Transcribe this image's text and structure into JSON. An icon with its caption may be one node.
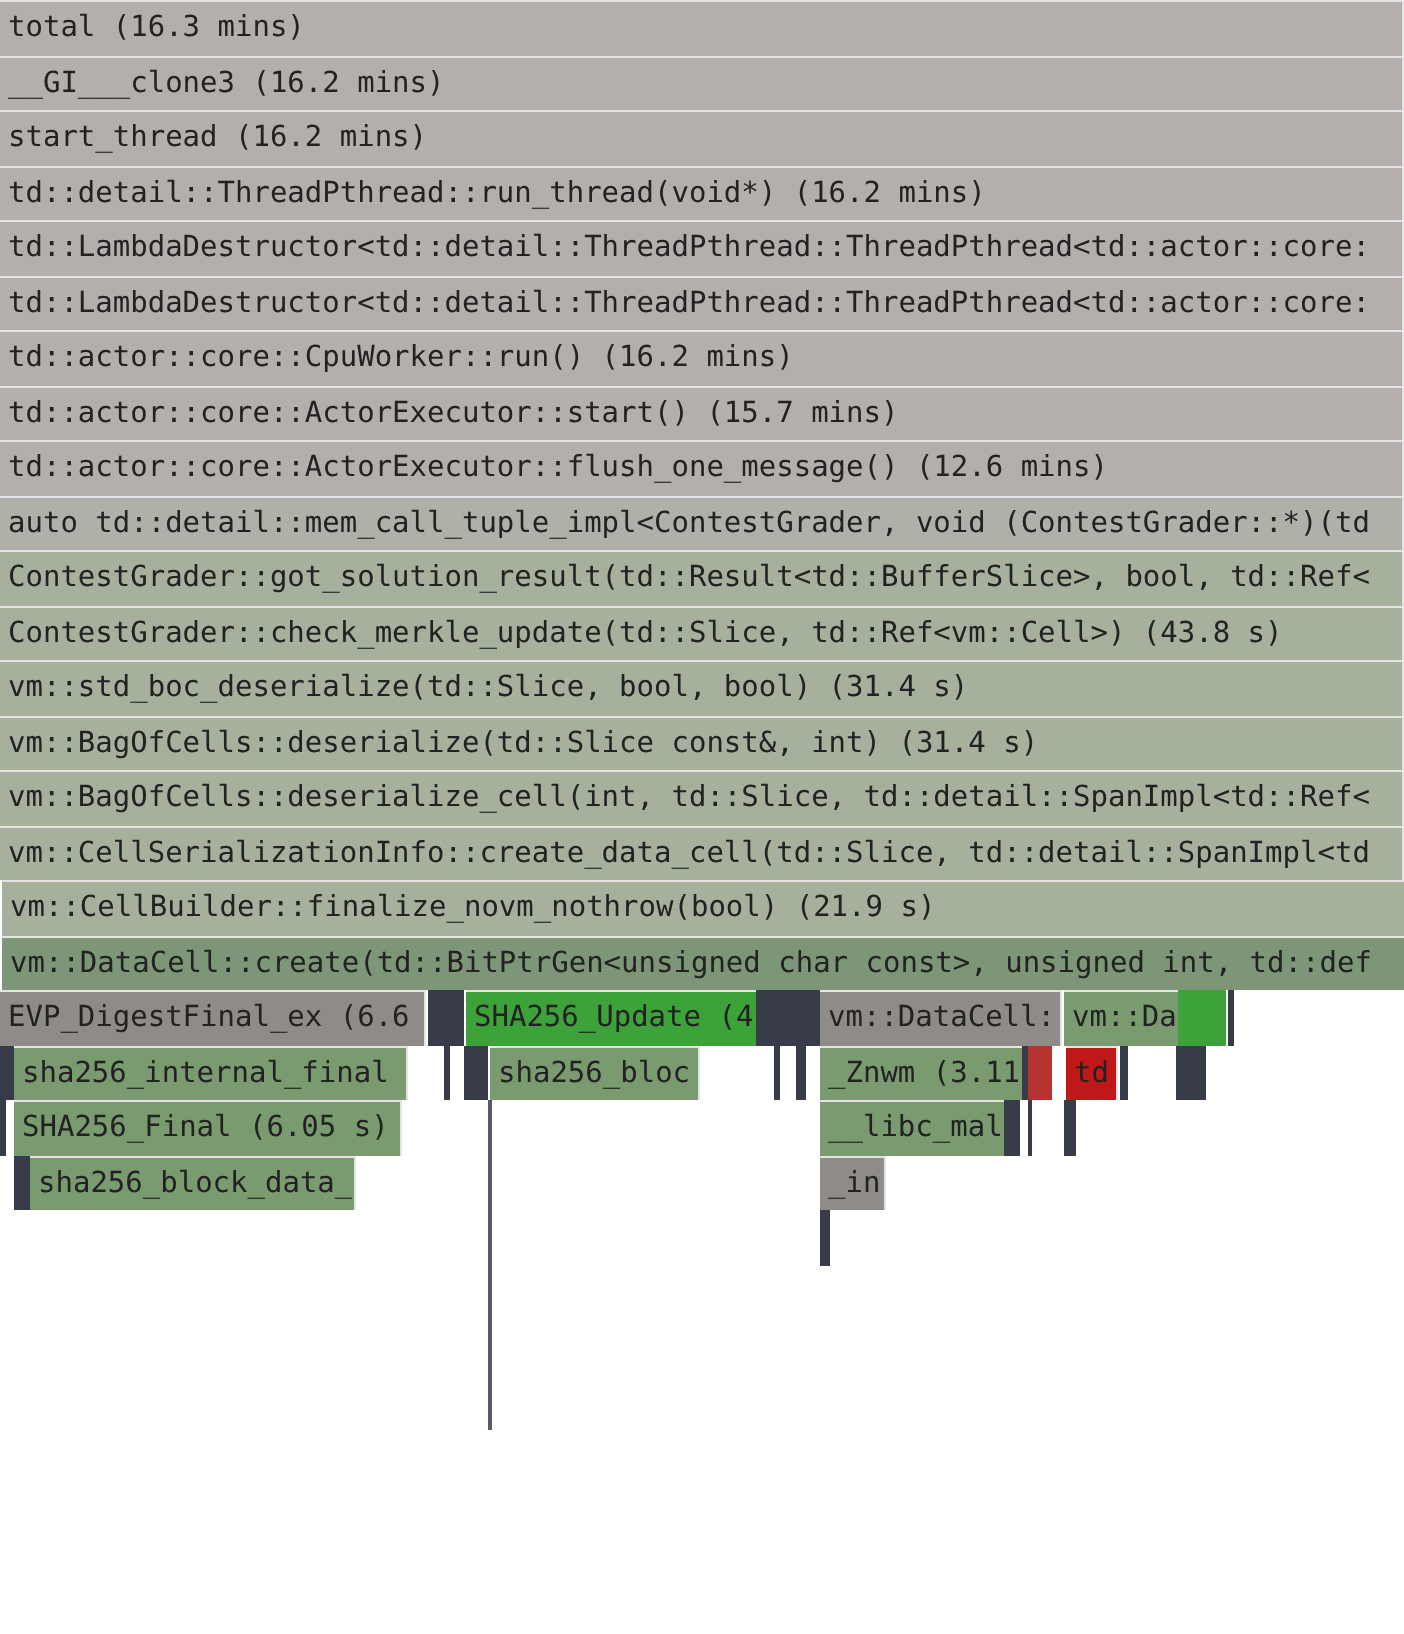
{
  "diagram": {
    "nodes": [
      {
        "text": [
          "total (16.3 mins)"
        ]
      },
      {
        "text": [
          "__GI___clone3 (16.2 mins)"
        ]
      },
      {
        "text": [
          "start_thread (16.2 mins)"
        ]
      },
      {
        "text": [
          "td::detail::ThreadPthread::run_thread(void*) (16.2 mins)"
        ]
      },
      {
        "text": [
          "td::LambdaDestructor<td::detail::ThreadPthread::ThreadPthread<td::actor::core:"
        ]
      },
      {
        "text": [
          "td::LambdaDestructor<td::detail::ThreadPthread::ThreadPthread<td::actor::core:"
        ]
      },
      {
        "text": [
          "td::actor::core::CpuWorker::run() (16.2 mins)"
        ]
      },
      {
        "text": [
          "td::actor::core::ActorExecutor::start() (15.7 mins)"
        ]
      },
      {
        "text": [
          "td::actor::core::ActorExecutor::flush_one_message() (12.6 mins)"
        ]
      },
      {
        "text": [
          "auto td::detail::mem_call_tuple_impl<ContestGrader, void (ContestGrader::*)(td"
        ]
      },
      {
        "text": [
          "ContestGrader::got_solution_result(td::Result<td::BufferSlice>, bool, td::Ref<"
        ]
      },
      {
        "text": [
          "ContestGrader::check_merkle_update(td::Slice, td::Ref<vm::Cell>) (43.8 s)"
        ]
      },
      {
        "text": [
          "vm::std_boc_deserialize(td::Slice, bool, bool) (31.4 s)"
        ]
      },
      {
        "text": [
          "vm::BagOfCells::deserialize(td::Slice const&, int) (31.4 s)"
        ]
      },
      {
        "text": [
          "vm::BagOfCells::deserialize_cell(int, td::Slice, td::detail::SpanImpl<td::Ref<"
        ]
      },
      {
        "text": [
          "vm::CellSerializationInfo::create_data_cell(td::Slice, td::detail::SpanImpl<td"
        ]
      },
      {
        "text": [
          "vm::CellBuilder::finalize_novm_nothrow(bool) (21.9 s)"
        ]
      },
      {
        "text": [
          "vm::DataCell::create(td::BitPtrGen<unsigned char const>, unsigned int, td::def"
        ]
      },
      {
        "text": [
          "EVP_DigestFinal_ex (6.6"
        ]
      },
      {
        "text": [],
        "shape": "bar"
      },
      {
        "text": [
          "SHA256_Update (4"
        ]
      },
      {
        "text": [],
        "shape": "bar"
      },
      {
        "text": [
          "vm::DataCell:"
        ]
      },
      {
        "text": [
          "vm::Da"
        ]
      },
      {
        "text": [],
        "shape": "bar"
      },
      {
        "text": [],
        "shape": "bar"
      },
      {
        "text": [],
        "shape": "bar"
      },
      {
        "text": [
          "sha256_internal_final"
        ]
      },
      {
        "text": [],
        "shape": "bar"
      },
      {
        "text": [],
        "shape": "bar"
      },
      {
        "text": [
          "sha256_bloc"
        ]
      },
      {
        "text": [],
        "shape": "bar"
      },
      {
        "text": [],
        "shape": "bar"
      },
      {
        "text": [
          "_Znwm (3.11"
        ]
      },
      {
        "text": [],
        "shape": "bar"
      },
      {
        "text": [],
        "shape": "bar"
      },
      {
        "text": [
          "td"
        ]
      },
      {
        "text": [],
        "shape": "bar"
      },
      {
        "text": [],
        "shape": "bar"
      },
      {
        "text": [],
        "shape": "bar"
      },
      {
        "text": [
          "SHA256_Final (6.05 s)"
        ]
      },
      {
        "text": [],
        "shape": "bar"
      },
      {
        "text": [
          "__libc_mal"
        ]
      },
      {
        "text": [],
        "shape": "bar"
      },
      {
        "text": [],
        "shape": "bar"
      },
      {
        "text": [],
        "shape": "bar"
      },
      {
        "text": [],
        "shape": "bar"
      },
      {
        "text": [
          "sha256_block_data_"
        ]
      },
      {
        "text": [
          "_in"
        ]
      },
      {
        "text": [],
        "shape": "bar"
      }
    ]
  }
}
